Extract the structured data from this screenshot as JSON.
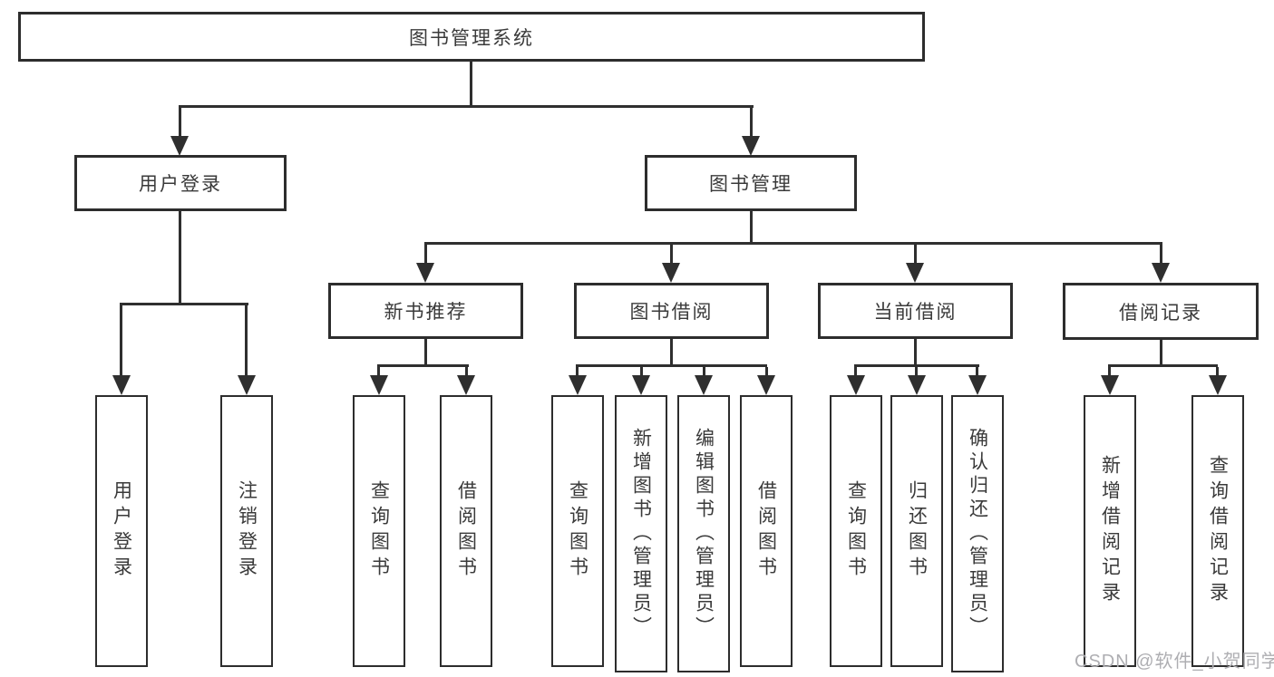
{
  "colors": {
    "background": "#ffffff",
    "box_bg": "#ffffff",
    "box_border": "#2d2d2d",
    "line": "#2f2f2f",
    "text": "#3a3a3a",
    "watermark": "#aeaeb2"
  },
  "tree": {
    "label": "图书管理系统",
    "children": [
      {
        "label": "用户登录",
        "children": [
          {
            "label": "用户登录"
          },
          {
            "label": "注销登录"
          }
        ]
      },
      {
        "label": "图书管理",
        "children": [
          {
            "label": "新书推荐",
            "children": [
              {
                "label": "查询图书"
              },
              {
                "label": "借阅图书"
              }
            ]
          },
          {
            "label": "图书借阅",
            "children": [
              {
                "label": "查询图书"
              },
              {
                "label": "新增图书（管理员）"
              },
              {
                "label": "编辑图书（管理员）"
              },
              {
                "label": "借阅图书"
              }
            ]
          },
          {
            "label": "当前借阅",
            "children": [
              {
                "label": "查询图书"
              },
              {
                "label": "归还图书"
              },
              {
                "label": "确认归还（管理员）"
              }
            ]
          },
          {
            "label": "借阅记录",
            "children": [
              {
                "label": "新增借阅记录"
              },
              {
                "label": "查询借阅记录"
              }
            ]
          }
        ]
      }
    ]
  },
  "watermark": {
    "text": "CSDN @软件_小贺同学"
  }
}
